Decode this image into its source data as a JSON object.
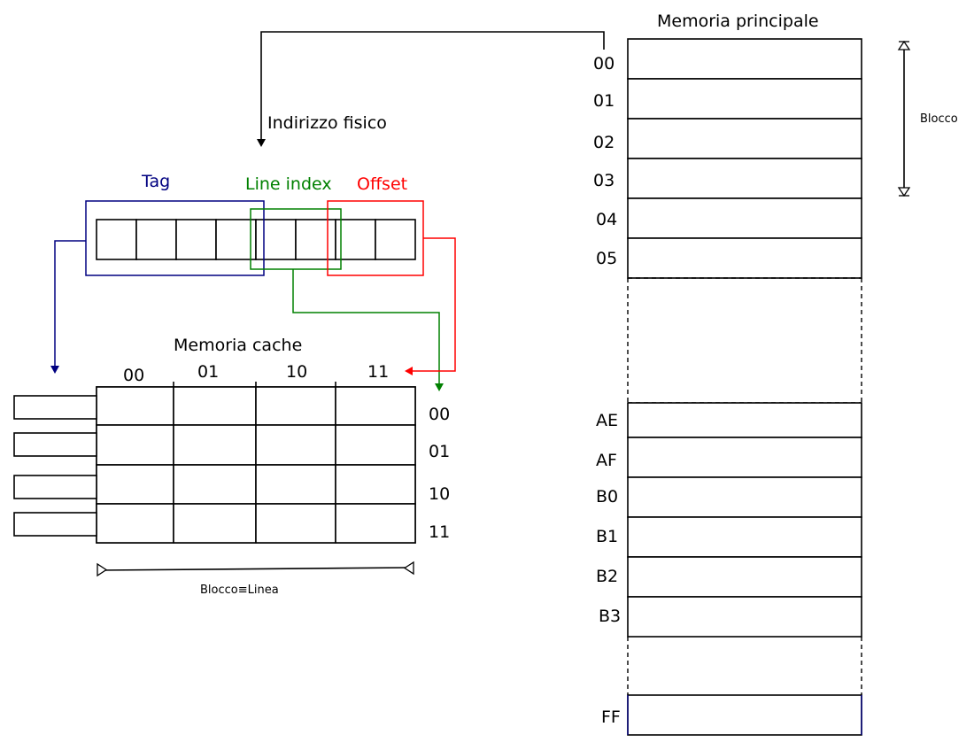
{
  "diagram": {
    "physical_address": {
      "label": "Indirizzo fisico",
      "bit_count": 8,
      "fields": {
        "tag": {
          "label": "Tag",
          "color": "#000080"
        },
        "line_index": {
          "label": "Line index",
          "color": "#008000"
        },
        "offset": {
          "label": "Offset",
          "color": "#ff0000"
        }
      }
    },
    "cache": {
      "title": "Memoria cache",
      "column_labels": [
        "00",
        "01",
        "10",
        "11"
      ],
      "row_labels": [
        "00",
        "01",
        "10",
        "11"
      ],
      "width_label": "Blocco≡Linea"
    },
    "main_memory": {
      "title": "Memoria principale",
      "block_label": "Blocco",
      "top_rows": [
        "00",
        "01",
        "02",
        "03",
        "04",
        "05"
      ],
      "middle_rows": [
        "AE",
        "AF",
        "B0",
        "B1",
        "B2",
        "B3"
      ],
      "last_row": "FF"
    }
  }
}
